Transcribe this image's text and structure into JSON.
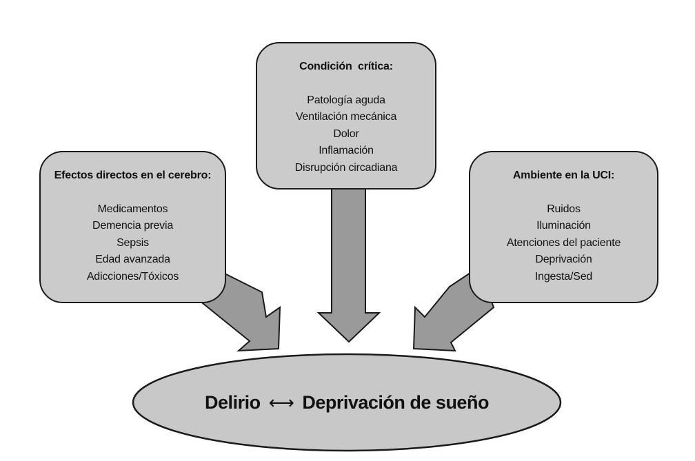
{
  "diagram": {
    "left_box": {
      "title": "Efectos directos en el cerebro:",
      "items": [
        "Medicamentos",
        "Demencia previa",
        "Sepsis",
        "Edad avanzada",
        "Adicciones/Tóxicos"
      ]
    },
    "center_box": {
      "title": "Condición  crítica:",
      "items": [
        "Patología aguda",
        "Ventilación mecánica",
        "Dolor",
        "Inflamación",
        "Disrupción circadiana"
      ]
    },
    "right_box": {
      "title": "Ambiente en la UCI:",
      "items": [
        "Ruidos",
        "Iluminación",
        "Atenciones del paciente",
        "Deprivación",
        "Ingesta/Sed"
      ]
    },
    "outcome": {
      "left_term": "Delirio",
      "connector": "⟷",
      "right_term": "Deprivación de sueño"
    },
    "colors": {
      "box_fill": "#cbcbcb",
      "arrow_fill": "#9a9a9a",
      "ellipse_fill": "#c8c8c8",
      "stroke": "#1a1a1a"
    }
  }
}
